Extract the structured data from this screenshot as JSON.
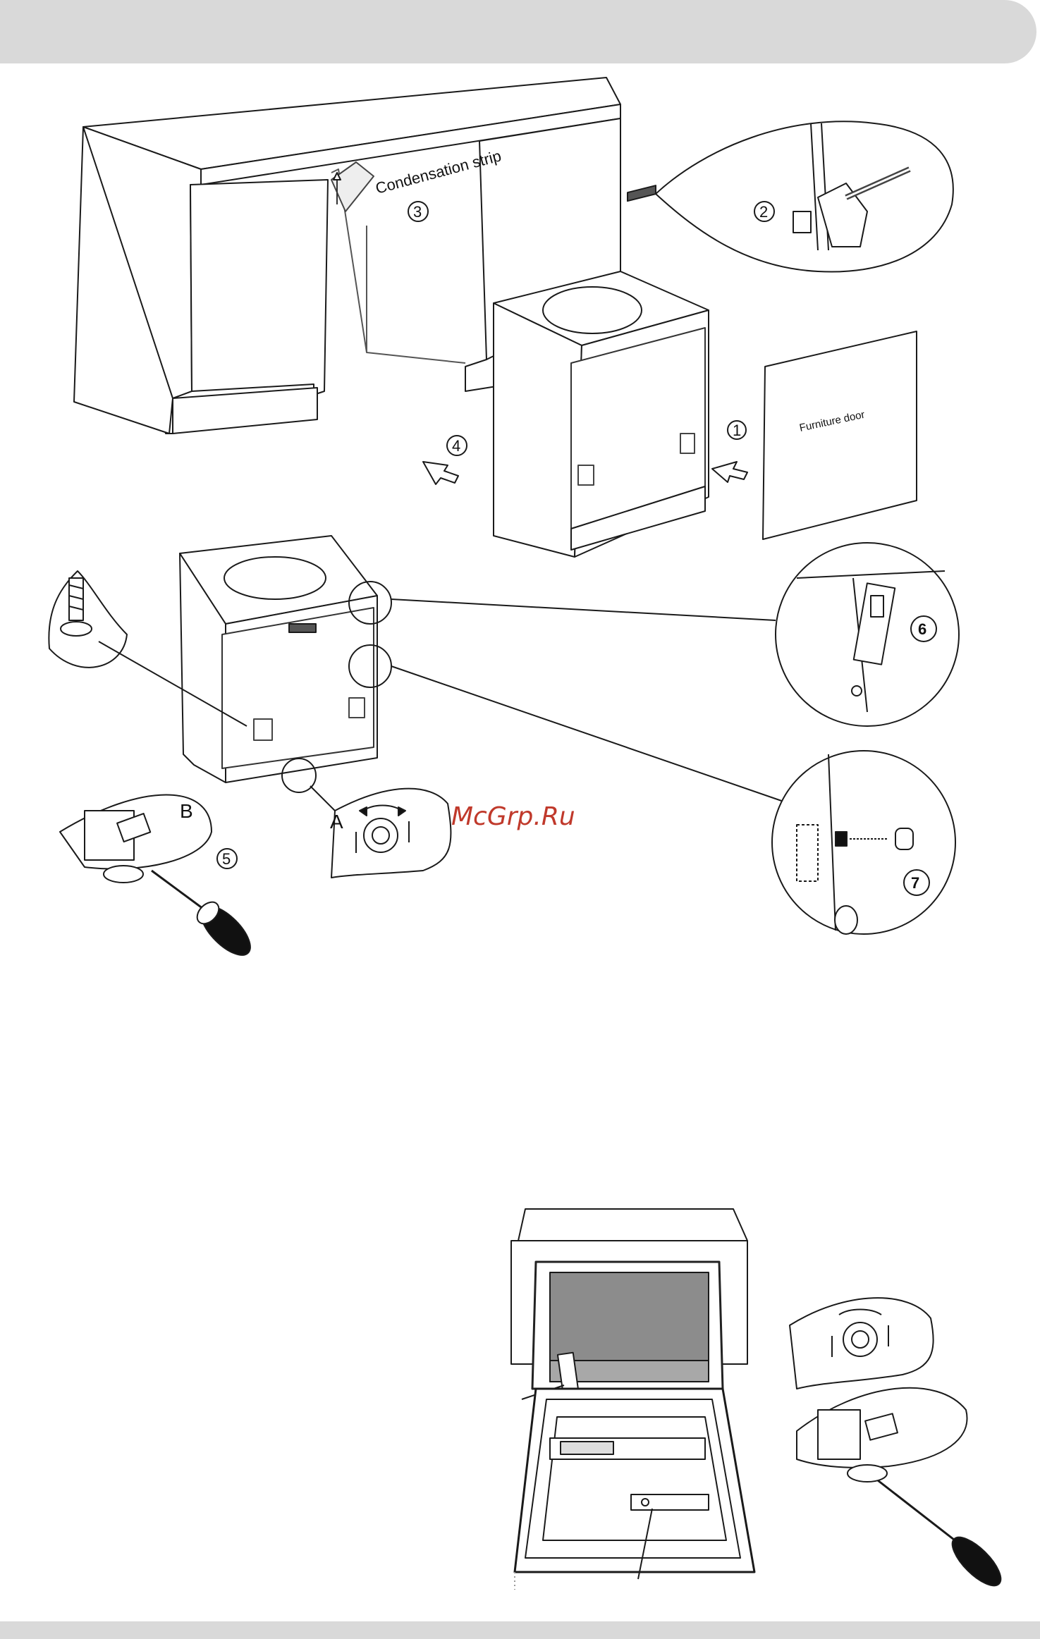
{
  "labels": {
    "condensation_strip": "Condensation strip",
    "furniture_door": "Furniture door",
    "callout_a": "A",
    "callout_b": "B"
  },
  "steps": {
    "s1": "1",
    "s2": "2",
    "s3": "3",
    "s4": "4",
    "s5": "5",
    "s6": "6",
    "s7": "7"
  },
  "watermark": "McGrp.Ru",
  "colors": {
    "header_bar": "#d9d9d9",
    "line": "#1a1a1a",
    "tub_interior": "#8c8c8c",
    "tub_floor": "#a8a8a8",
    "watermark": "#c0392b"
  },
  "icons": [
    "screwdriver-icon",
    "adjust-foot-icon",
    "screw-icon",
    "arrow-icon"
  ]
}
